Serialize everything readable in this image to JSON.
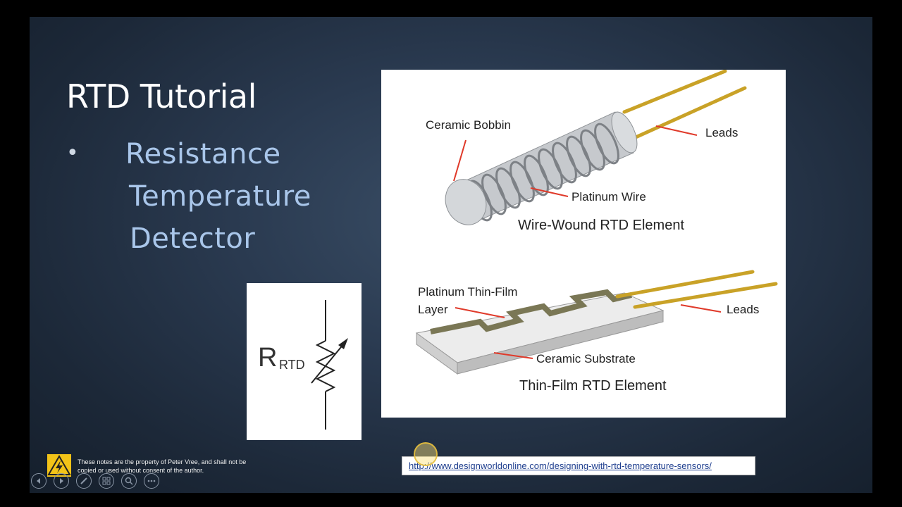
{
  "slide": {
    "title": "RTD Tutorial",
    "bullet_marker": "•",
    "bullet_lines": [
      "Resistance",
      "Temperature",
      "Detector"
    ]
  },
  "diagram": {
    "wire_wound": {
      "ceramic_bobbin": "Ceramic Bobbin",
      "leads": "Leads",
      "platinum_wire": "Platinum Wire",
      "caption": "Wire-Wound RTD Element"
    },
    "thin_film": {
      "layer_line1": "Platinum Thin-Film",
      "layer_line2": "Layer",
      "leads": "Leads",
      "substrate": "Ceramic Substrate",
      "caption": "Thin-Film RTD Element"
    },
    "colors": {
      "lead": "#c9a227",
      "bobbin": "#c8cbcf",
      "pointer": "#e03a2a"
    }
  },
  "symbol": {
    "letter": "R",
    "subscript": "RTD"
  },
  "footer": {
    "notice": "These notes are the property of Peter Vree, and shall not be copied or used without consent of the author.",
    "warning_icon": "high-voltage-warning-icon",
    "url": "http://www.designworldonline.com/designing-with-rtd-temperature-sensors/"
  },
  "controls": [
    "previous-icon",
    "next-icon",
    "pen-icon",
    "slides-icon",
    "zoom-icon",
    "more-icon"
  ]
}
